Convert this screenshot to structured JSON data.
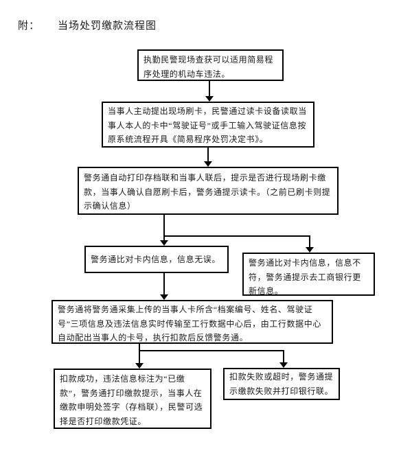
{
  "header": {
    "prefix": "附：",
    "title": "当场处罚缴款流程图"
  },
  "colors": {
    "background": "#ffffff",
    "box_border": "#000000",
    "connector": "#000000",
    "text": "#1a1a1a"
  },
  "flowchart": {
    "type": "flowchart",
    "direction": "top-down",
    "nodes": [
      {
        "id": "violation-found",
        "text": "执勤民警现场查获可以适用简易程序处理的机动车违法。"
      },
      {
        "id": "card-swipe-read",
        "text": "当事人主动提出现场刷卡，民警通过读卡设备读取当事人本人的卡中“驾驶证号”或手工输入驾驶证信息按原系统流程开具《简易程序处罚决定书》。"
      },
      {
        "id": "print-and-confirm",
        "text": "警务通自动打印存档联和当事人联后，提示是否进行现场刷卡缴款，当事人确认自愿刷卡后，警务通提示读卡。（之前已刷卡则提示确认信息）"
      },
      {
        "id": "info-match",
        "text": "警务通比对卡内信息，信息无误。"
      },
      {
        "id": "info-mismatch",
        "text": "警务通比对卡内信息，信息不符，警务通提示去工商银行更新信息。"
      },
      {
        "id": "transmit-deduct",
        "text": "警务通将警务通采集上传的当事人卡所含“档案编号、姓名、驾驶证号”三项信息及违法信息实时传输至工行数据中心后，由工行数据中心自动配出当事人的卡号，执行扣款后反馈警务通。"
      },
      {
        "id": "deduct-success",
        "text": "扣款成功，违法信息标注为“已缴款”，警务通打印缴款提示，当事人在缴款申明处签字（存档联），民警可选择是否打印缴款凭证。"
      },
      {
        "id": "deduct-fail",
        "text": "扣款失败或超时，警务通提示缴款失败并打印银行联。"
      }
    ],
    "edges": [
      {
        "from": "violation-found",
        "to": "card-swipe-read"
      },
      {
        "from": "card-swipe-read",
        "to": "print-and-confirm"
      },
      {
        "from": "print-and-confirm",
        "to": "info-match"
      },
      {
        "from": "print-and-confirm",
        "to": "info-mismatch"
      },
      {
        "from": "info-match",
        "to": "transmit-deduct"
      },
      {
        "from": "transmit-deduct",
        "to": "deduct-success"
      },
      {
        "from": "transmit-deduct",
        "to": "deduct-fail"
      }
    ]
  }
}
